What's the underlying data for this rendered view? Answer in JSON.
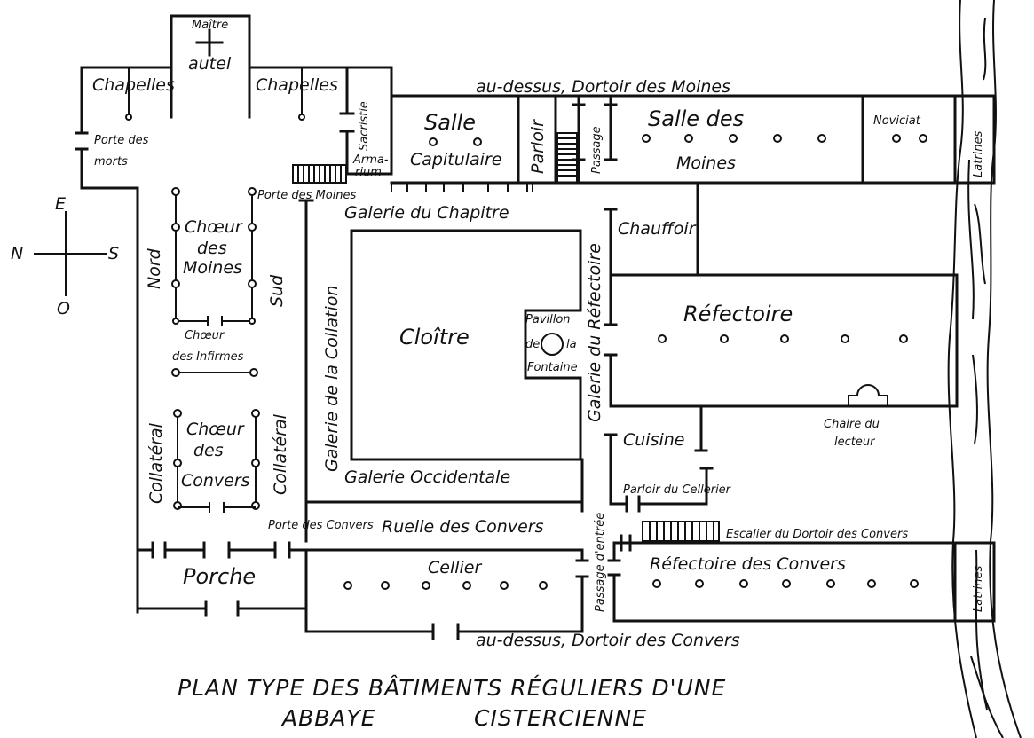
{
  "title": {
    "line1": "PLAN TYPE DES BÂTIMENTS RÉGULIERS D'UNE",
    "line2a": "ABBAYE",
    "line2b": "CISTERCIENNE"
  },
  "compass": {
    "north": "N",
    "south": "S",
    "east": "E",
    "west": "O"
  },
  "labels": {
    "maitre": "Maître",
    "autel": "autel",
    "chapelles_left": "Chapelles",
    "chapelles_right": "Chapelles",
    "sacristie": "Sacristie",
    "dortoir_moines": "au-dessus, Dortoir des Moines",
    "salle": "Salle",
    "capitulaire": "Capitulaire",
    "parloir": "Parloir",
    "passage_top": "Passage",
    "salle_des": "Salle des",
    "moines": "Moines",
    "noviciat": "Noviciat",
    "latrines_top": "Latrines",
    "porte_des": "Porte des",
    "morts": "morts",
    "armarium_1": "Arma-",
    "armarium_2": "rium",
    "porte_moines": "Porte des Moines",
    "galerie_chapitre": "Galerie du Chapitre",
    "choeur": "Chœur",
    "des": "des",
    "moines_choeur": "Moines",
    "nord": "Nord",
    "sud": "Sud",
    "chauffoir": "Chauffoir",
    "galerie_collation": "Galerie de la Collation",
    "cloitre": "Cloître",
    "pavillon": "Pavillon",
    "de": "de",
    "la": "la",
    "fontaine": "Fontaine",
    "galerie_refectoire": "Galerie du Réfectoire",
    "refectoire": "Réfectoire",
    "choeur_infirmes_1": "Chœur",
    "choeur_infirmes_2": "des Infirmes",
    "collateral_left": "Collatéral",
    "collateral_right": "Collatéral",
    "choeur_convers_1": "Chœur",
    "choeur_convers_2": "des",
    "choeur_convers_3": "Convers",
    "chaire_1": "Chaire du",
    "chaire_2": "lecteur",
    "cuisine": "Cuisine",
    "galerie_occidentale": "Galerie Occidentale",
    "parloir_cellerier": "Parloir du Cellerier",
    "porte_convers": "Porte des Convers",
    "ruelle_convers": "Ruelle des Convers",
    "escalier": "Escalier du Dortoir des Convers",
    "passage_entree": "Passage d'entrée",
    "porche": "Porche",
    "cellier": "Cellier",
    "refectoire_convers": "Réfectoire des Convers",
    "latrines_bottom": "Latrines",
    "dortoir_convers": "au-dessus, Dortoir des Convers"
  }
}
